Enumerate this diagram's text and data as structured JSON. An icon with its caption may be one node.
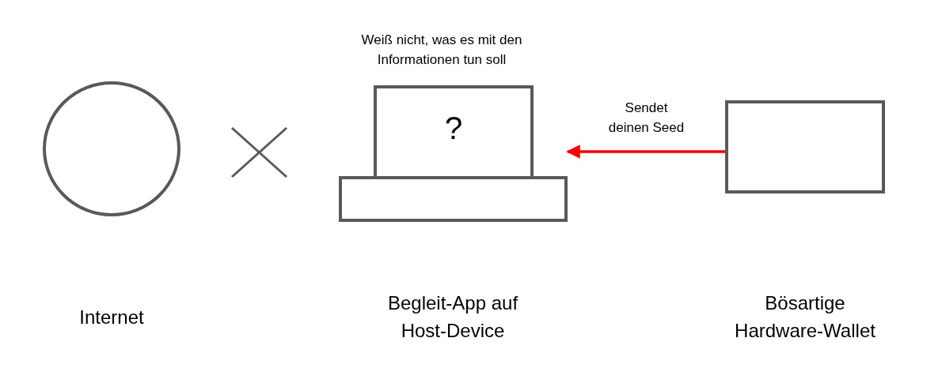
{
  "diagram": {
    "nodes": [
      {
        "text": [],
        "shape": "circle"
      },
      {
        "text": [
          "?"
        ],
        "beside": [
          "Weiß nicht, was es mit den Informationen tun soll"
        ]
      },
      {
        "text": [],
        "shape": "box"
      }
    ],
    "edges": [
      {
        "from": 2,
        "to": 1,
        "arrow": "to",
        "label": "Sendet deinen Seed",
        "color": "#ff0000"
      }
    ],
    "labels": [
      "Internet",
      "Begleit-App auf Host-Device",
      "Bösartige Hardware-Wallet"
    ]
  }
}
